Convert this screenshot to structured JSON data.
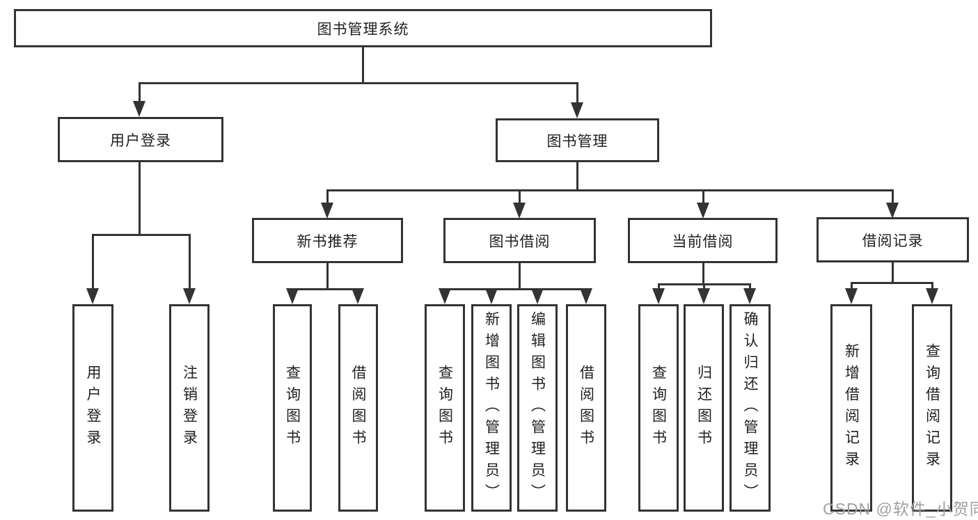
{
  "colors": {
    "line": "#333333",
    "text": "#1f1f1f",
    "bg": "#ffffff",
    "watermark": "#a0a0a0"
  },
  "tree": {
    "label": "图书管理系统",
    "children": [
      {
        "label": "用户登录",
        "children": [
          {
            "label": "用户登录"
          },
          {
            "label": "注销登录"
          }
        ]
      },
      {
        "label": "图书管理",
        "children": [
          {
            "label": "新书推荐",
            "children": [
              {
                "label": "查询图书"
              },
              {
                "label": "借阅图书"
              }
            ]
          },
          {
            "label": "图书借阅",
            "children": [
              {
                "label": "查询图书"
              },
              {
                "label": "新增图书（管理员）"
              },
              {
                "label": "编辑图书（管理员）"
              },
              {
                "label": "借阅图书"
              }
            ]
          },
          {
            "label": "当前借阅",
            "children": [
              {
                "label": "查询图书"
              },
              {
                "label": "归还图书"
              },
              {
                "label": "确认归还（管理员）"
              }
            ]
          },
          {
            "label": "借阅记录",
            "children": [
              {
                "label": "新增借阅记录"
              },
              {
                "label": "查询借阅记录"
              }
            ]
          }
        ]
      }
    ]
  },
  "watermark": {
    "text": "CSDN @软件_小贺同学"
  }
}
